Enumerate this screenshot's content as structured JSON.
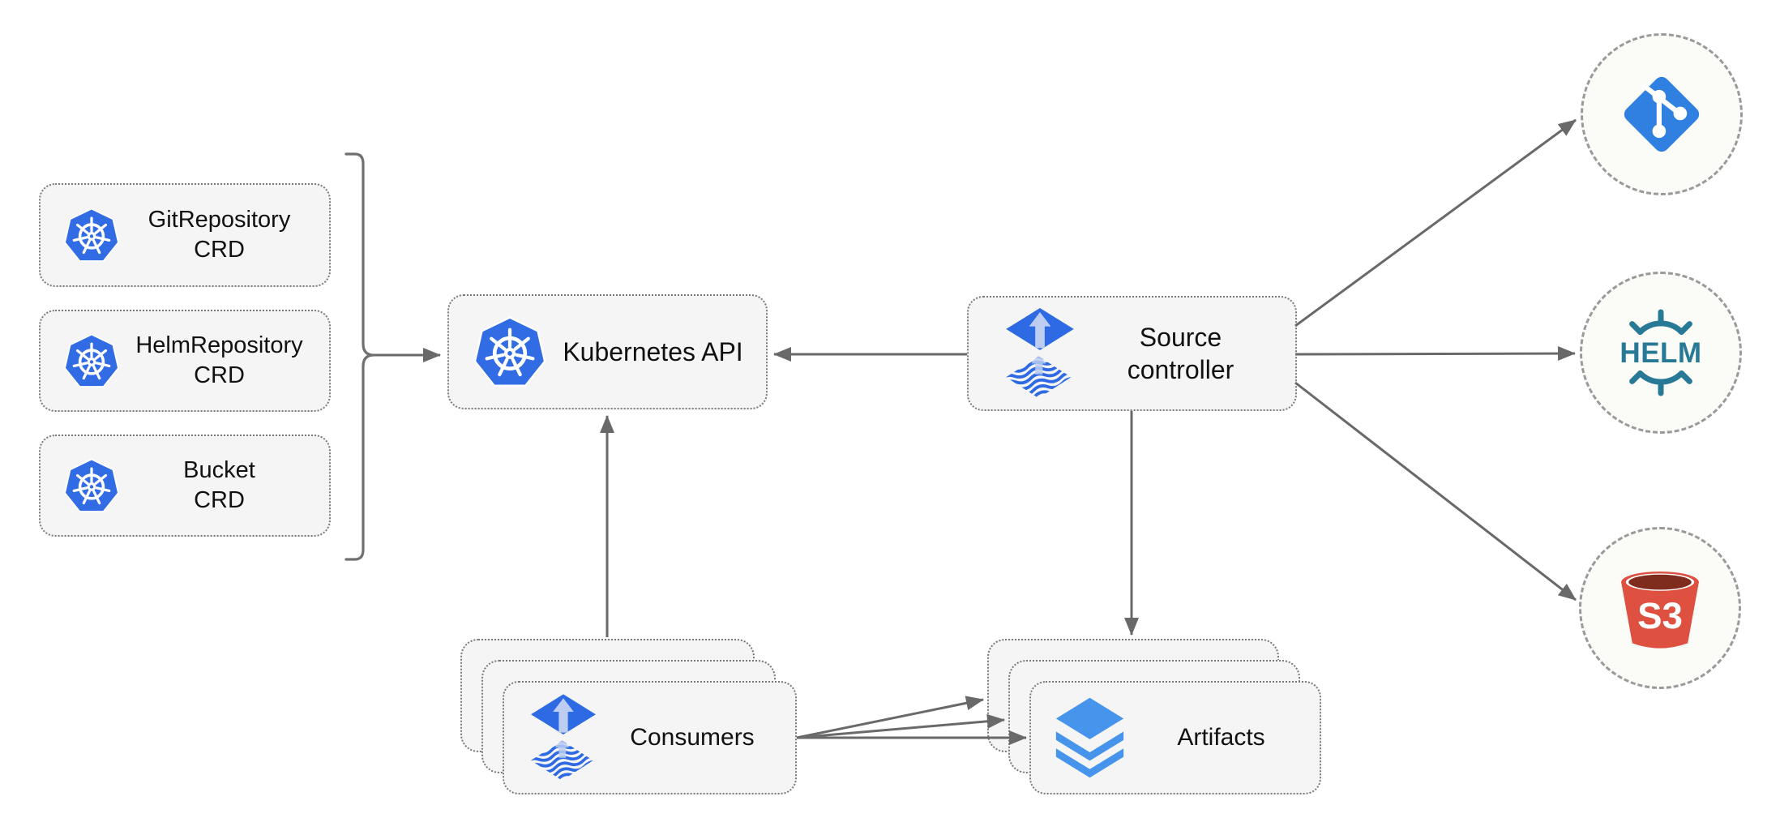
{
  "diagram": {
    "crd_boxes": [
      {
        "line1": "GitRepository",
        "line2": "CRD"
      },
      {
        "line1": "HelmRepository",
        "line2": "CRD"
      },
      {
        "line1": "Bucket",
        "line2": "CRD"
      }
    ],
    "kubernetes_api": {
      "label": "Kubernetes API"
    },
    "source_controller": {
      "line1": "Source",
      "line2": "controller"
    },
    "consumers": {
      "label": "Consumers"
    },
    "artifacts": {
      "label": "Artifacts"
    },
    "external_sources": {
      "helm": {
        "text": "HELM"
      },
      "s3": {
        "text": "S3"
      }
    },
    "colors": {
      "kubernetes_blue": "#326CE5",
      "flux_blue": "#2D6AE3",
      "flux_arrow": "#BCCDF1",
      "git_blue": "#2F80E0",
      "helm_teal": "#277996",
      "s3_red": "#DE5141",
      "s3_dark": "#7F2B1E",
      "layers_blue": "#4794EC",
      "node_fill": "#F5F5F5",
      "circle_fill": "#FBFBF8",
      "line_gray": "#696969",
      "border_gray": "#7A7A7A",
      "text_color": "#111111"
    }
  }
}
